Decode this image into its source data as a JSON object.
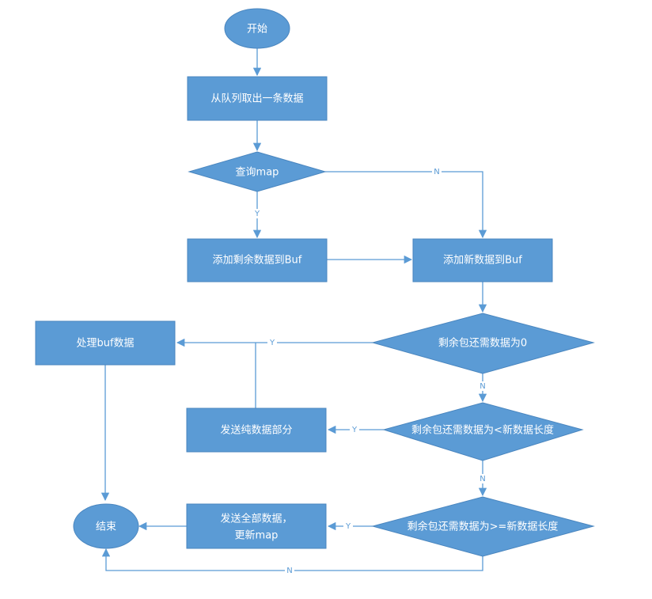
{
  "nodes": {
    "start": "开始",
    "dequeue": "从队列取出一条数据",
    "query_map": "查询map",
    "add_remaining": "添加剩余数据到Buf",
    "add_new": "添加新数据到Buf",
    "remaining_zero": "剩余包还需数据为0",
    "process_buf": "处理buf数据",
    "send_pure": "发送纯数据部分",
    "remaining_lt": "剩余包还需数据为<新数据长度",
    "send_all_line1": "发送全部数据，",
    "send_all_line2": "更新map",
    "remaining_ge": "剩余包还需数据为>=新数据长度",
    "end": "结束"
  },
  "edge_labels": {
    "query_no": "N",
    "query_yes": "Y",
    "zero_yes": "Y",
    "zero_no": "N",
    "lt_yes": "Y",
    "lt_no": "N",
    "ge_yes": "Y",
    "ge_no": "N"
  },
  "colors": {
    "node_fill": "#5b9bd5",
    "node_text": "#ffffff",
    "edge": "#5b9bd5"
  }
}
